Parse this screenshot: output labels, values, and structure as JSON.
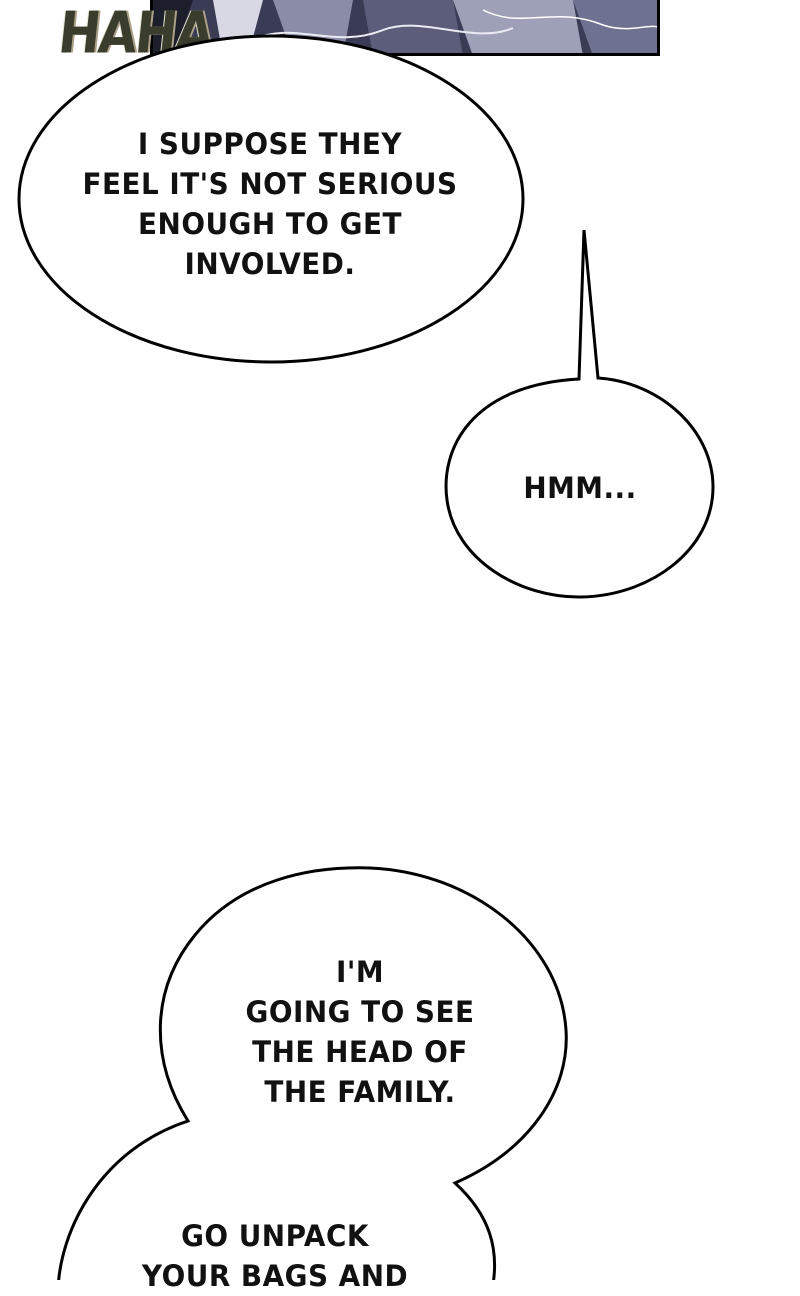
{
  "panel": {
    "sfx": "HAHA",
    "colors": {
      "panel": "#2b2d44",
      "ink": "#111111",
      "sfx": "#3a3d2c"
    }
  },
  "bubbles": [
    {
      "id": "bubble-1",
      "text": "I SUPPOSE THEY\nFEEL IT'S NOT SERIOUS\nENOUGH TO GET\nINVOLVED."
    },
    {
      "id": "bubble-2",
      "text": "HMM..."
    },
    {
      "id": "bubble-3",
      "text": "I'M\nGOING TO SEE\nTHE HEAD OF\nTHE FAMILY."
    },
    {
      "id": "bubble-4",
      "text": "GO UNPACK\nYOUR BAGS AND"
    }
  ]
}
